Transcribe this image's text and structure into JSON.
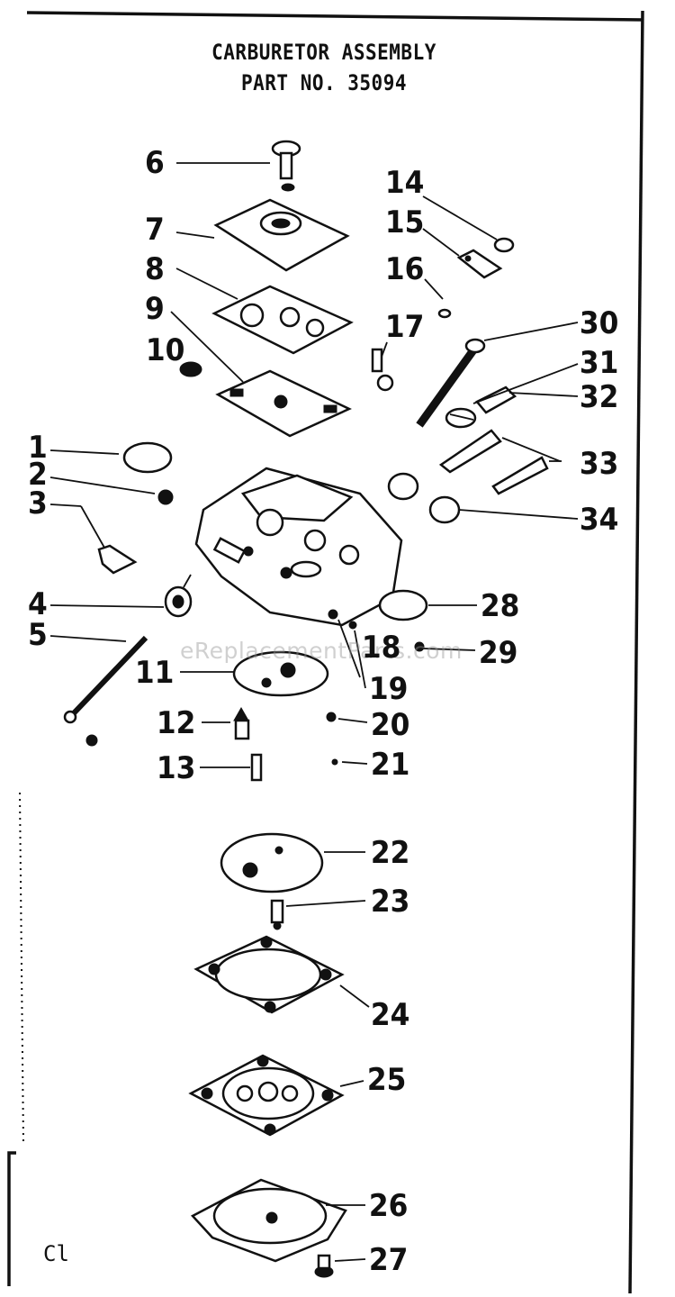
{
  "diagram": {
    "title_line1": "CARBURETOR ASSEMBLY",
    "title_line2": "PART NO. 35094",
    "watermark": "eReplacementParts.com",
    "corner_label": "Cl",
    "callouts": [
      "1",
      "2",
      "3",
      "4",
      "5",
      "6",
      "7",
      "8",
      "9",
      "10",
      "11",
      "12",
      "13",
      "14",
      "15",
      "16",
      "17",
      "18",
      "19",
      "20",
      "21",
      "22",
      "23",
      "24",
      "25",
      "26",
      "27",
      "28",
      "29",
      "30",
      "31",
      "32",
      "33",
      "34"
    ]
  }
}
